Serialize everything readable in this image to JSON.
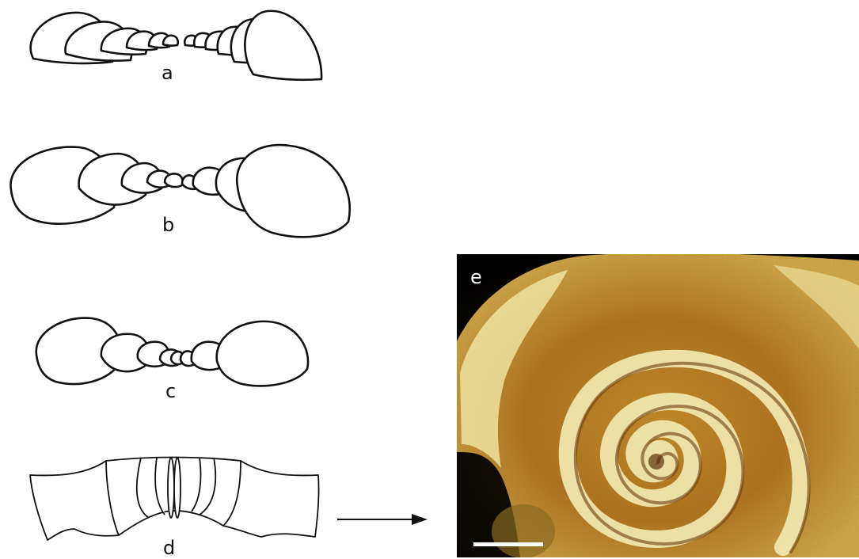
{
  "panels": {
    "a": {
      "label": "a"
    },
    "b": {
      "label": "b"
    },
    "c": {
      "label": "c"
    },
    "d": {
      "label": "d"
    },
    "e": {
      "label": "e"
    }
  },
  "colors": {
    "ink": "#111111",
    "photo_background": "#000000",
    "shell_light": "#f3e9a8",
    "shell_orange": "#b86e12",
    "shell_brown": "#6a3c0f",
    "scale_bar": "#ffffff"
  },
  "icons": {
    "arrow": "right-arrow-icon"
  }
}
